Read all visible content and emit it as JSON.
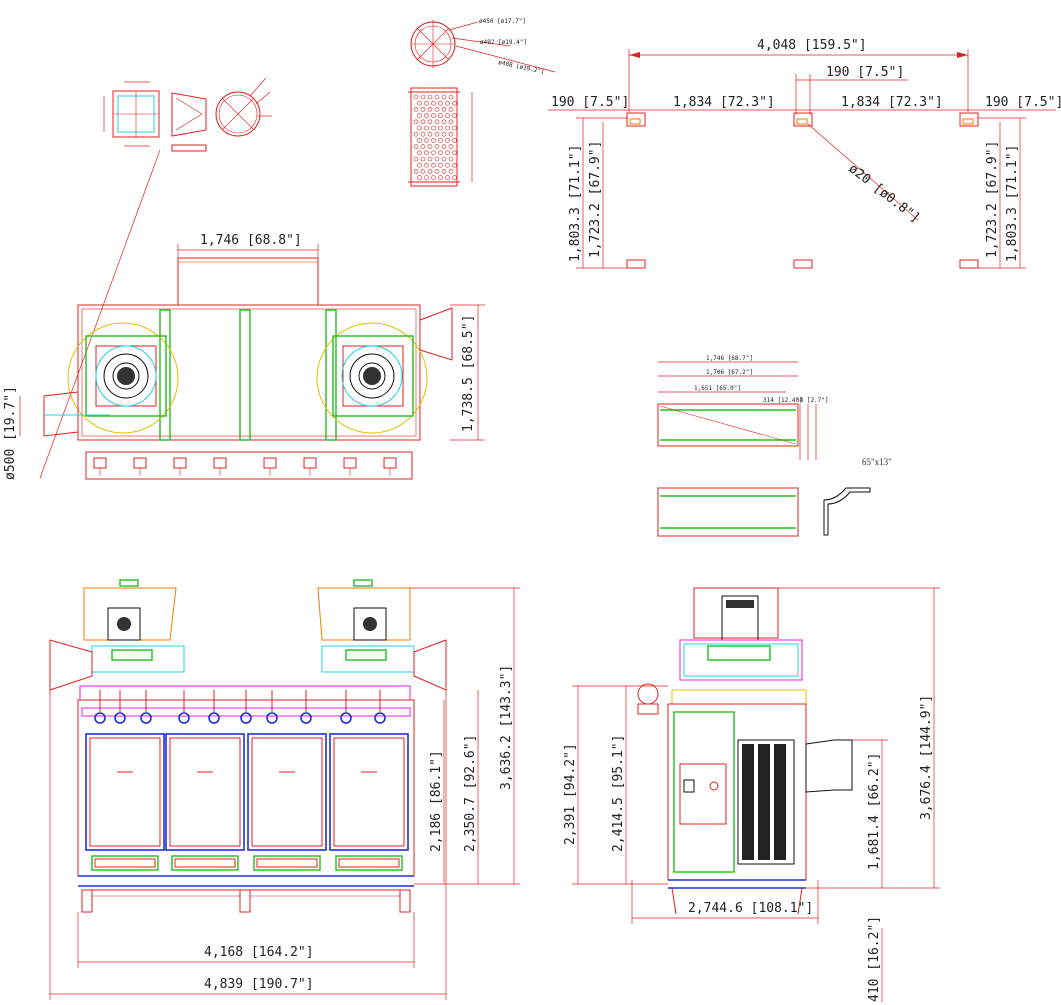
{
  "top_detail": {
    "filter_dims": [
      "ø450 [ø17.7\"]",
      "ø492 [ø19.4\"]",
      "ø488 [ø19.2\"]"
    ]
  },
  "legs_view": {
    "overall_width": "4,048 [159.5\"]",
    "center_leg": "190 [7.5\"]",
    "left_leg": "190 [7.5\"]",
    "right_leg": "190 [7.5\"]",
    "left_span": "1,834 [72.3\"]",
    "right_span": "1,834 [72.3\"]",
    "hole_dia": "ø20 [ø0.8\"]",
    "left_outer_depth": "1,803.3 [71.1\"]",
    "left_inner_depth": "1,723.2 [67.9\"]",
    "right_inner_depth": "1,723.2 [67.9\"]",
    "right_outer_depth": "1,803.3 [71.1\"]"
  },
  "plan_view": {
    "hood_width": "1,746 [68.8\"]",
    "depth": "1,738.5 [68.5\"]",
    "inlet_dia": "ø500 [19.7\"]"
  },
  "hood_detail": {
    "d1": "1,746 [68.7\"]",
    "d2": "1,706 [67.2\"]",
    "d3": "1,651 [65.0\"]",
    "d4": "314 [12.4\"]",
    "d5": "68 [2.7\"]",
    "note": "65\"x13\""
  },
  "front_view": {
    "inner_width": "4,168 [164.2\"]",
    "overall_width": "4,839 [190.7\"]",
    "h1": "2,186 [86.1\"]",
    "h2": "2,350.7 [92.6\"]",
    "h3": "3,636.2 [143.3\"]"
  },
  "side_view": {
    "h1": "2,391 [94.2\"]",
    "h2": "2,414.5 [95.1\"]",
    "total_height": "3,676.4 [144.9\"]",
    "outlet_height": "1,681.4 [66.2\"]",
    "base_width": "2,744.6 [108.1\"]",
    "outlet_offset": "410 [16.2\"]"
  },
  "colors": {
    "frame": "#e02020",
    "panel": "#2030d0",
    "frame_green": "#20c020",
    "hood_magenta": "#e020e0",
    "cyan": "#20d0e0",
    "yellow": "#e0c000"
  }
}
